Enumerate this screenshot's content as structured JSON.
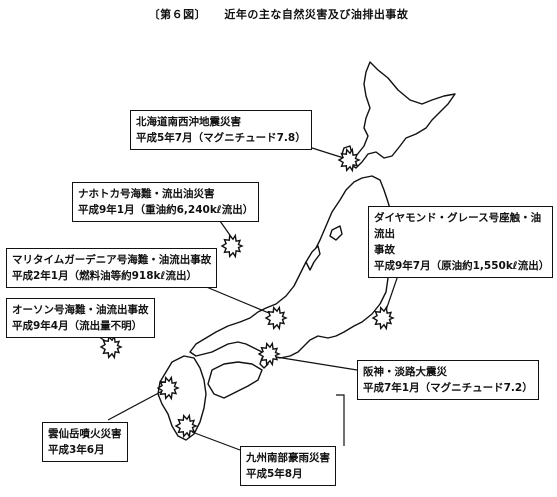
{
  "title": {
    "figure_no": "〔第６図〕",
    "text": "近年の主な自然災害及び油排出事故"
  },
  "colors": {
    "ink": "#111111",
    "background": "#ffffff"
  },
  "events": [
    {
      "id": "hokkaido",
      "line1": "北海道南西沖地震災害",
      "line2": "平成5年7月（マグニチュード7.8）"
    },
    {
      "id": "nakhodka",
      "line1": "ナホトカ号海難・流出油災害",
      "line2": "平成9年1月（重油約6,240kℓ流出）"
    },
    {
      "id": "diamond-grace",
      "line1": "ダイヤモンド・グレース号座触・油流出",
      "line2": "事故",
      "line3": "平成9年7月（原油約1,550kℓ流出）"
    },
    {
      "id": "maritime-gardenia",
      "line1": "マリタイムガーデニア号海難・油流出事故",
      "line2": "平成2年1月（燃料油等約918kℓ流出）"
    },
    {
      "id": "orson",
      "line1": "オーソン号海難・油流出事故",
      "line2": "平成9年4月（流出量不明）"
    },
    {
      "id": "hanshin",
      "line1": "阪神・淡路大震災",
      "line2": "平成7年1月（マグニチュード7.2）"
    },
    {
      "id": "unzen",
      "line1": "雲仙岳噴火災害",
      "line2": "平成3年6月"
    },
    {
      "id": "kyushu-rain",
      "line1": "九州南部豪雨災害",
      "line2": "平成5年8月"
    }
  ]
}
